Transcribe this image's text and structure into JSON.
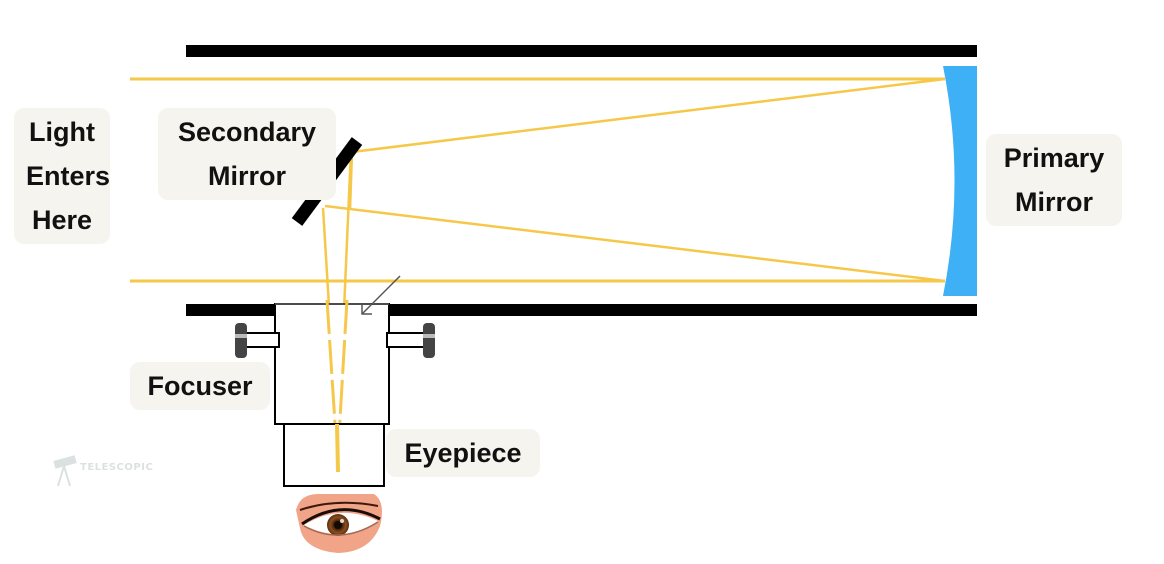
{
  "labels": {
    "light_enters": [
      "Light",
      "Enters",
      "Here"
    ],
    "secondary_mirror": [
      "Secondary",
      "Mirror"
    ],
    "primary_mirror": [
      "Primary",
      "Mirror"
    ],
    "focuser": "Focuser",
    "eyepiece": "Eyepiece"
  },
  "watermark": "TELESCOPIC",
  "colors": {
    "tube": "#000000",
    "light_ray": "#f5c84a",
    "primary_mirror": "#3eb0f5",
    "label_bg": "#f6f4ef"
  },
  "icons": [
    "eye-icon",
    "telescope-logo-icon"
  ]
}
